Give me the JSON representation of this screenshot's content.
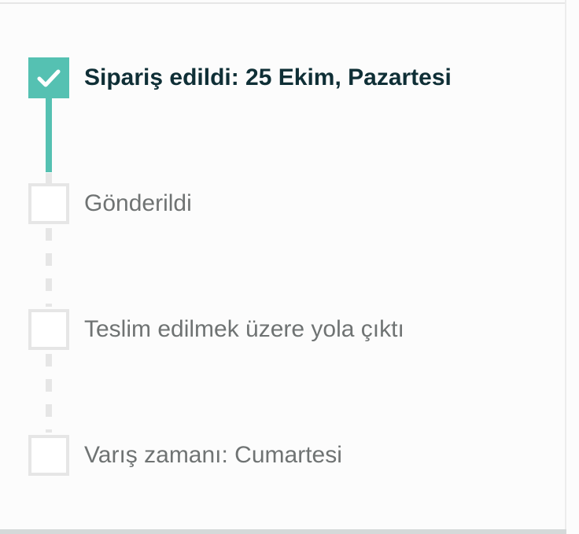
{
  "tracker": {
    "steps": [
      {
        "label": "Sipariş edildi: 25 Ekim, Pazartesi",
        "status": "done"
      },
      {
        "label": "Gönderildi",
        "status": "pending"
      },
      {
        "label": "Teslim edilmek üzere yola çıktı",
        "status": "pending"
      },
      {
        "label": "Varış zamanı: Cumartesi",
        "status": "pending"
      }
    ],
    "colors": {
      "done": "#55c1b2",
      "pending": "#e6e6e6",
      "done_text": "#0f2f36",
      "pending_text": "#6f7373"
    },
    "icons": {
      "done": "checkmark-icon"
    }
  }
}
